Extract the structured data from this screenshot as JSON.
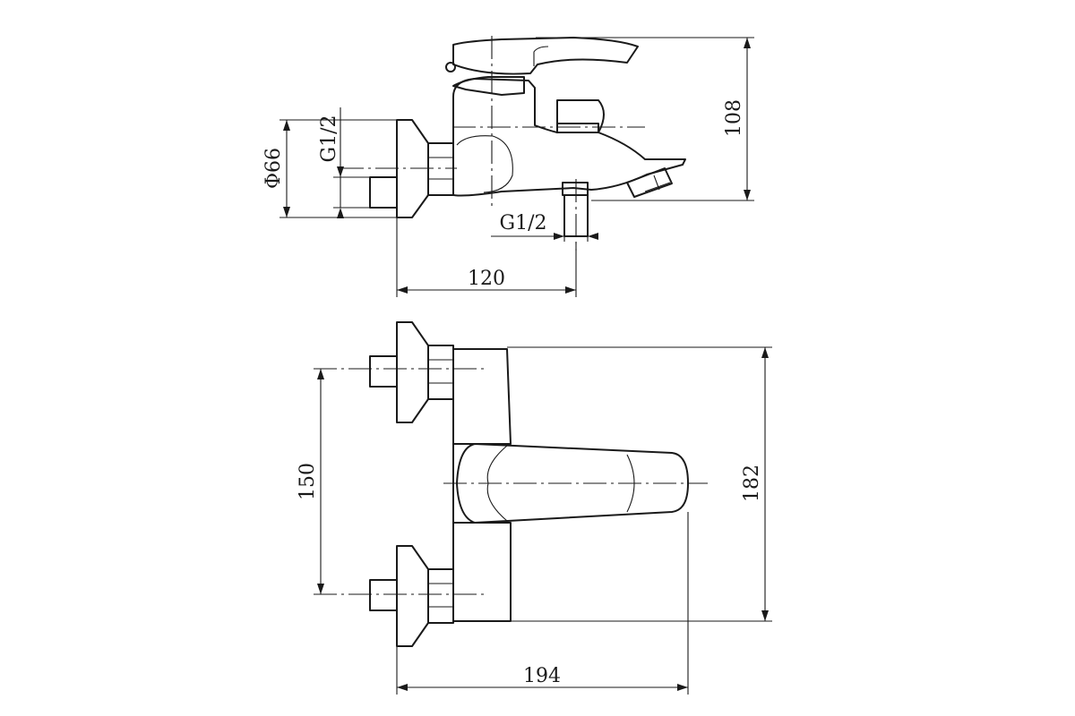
{
  "drawing": {
    "side_view": {
      "dim_thread_inlet": "G1/2",
      "dim_flange_diameter": "Φ66",
      "dim_thread_outlet": "G1/2",
      "dim_height": "108",
      "dim_depth": "120"
    },
    "top_view": {
      "dim_inlet_spacing": "150",
      "dim_body_length": "182",
      "dim_total_width": "194"
    }
  }
}
